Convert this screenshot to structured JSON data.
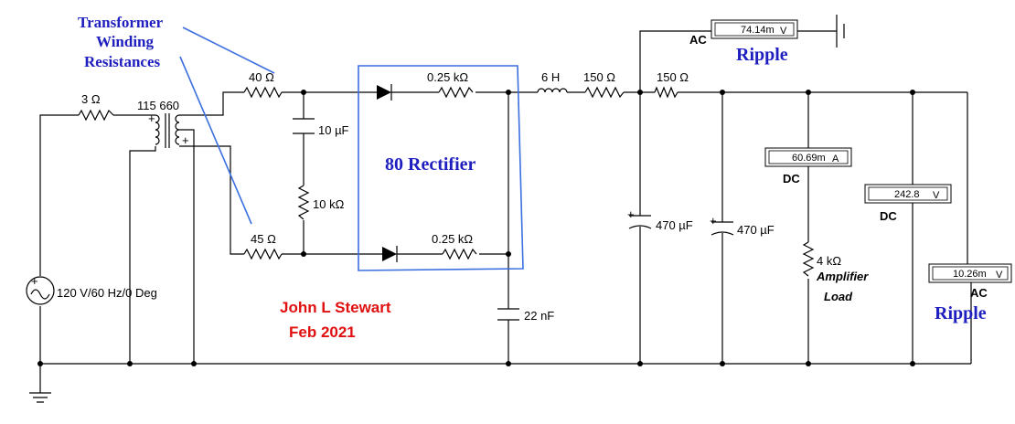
{
  "colors": {
    "wire": "#000000",
    "annotation": "#1f1fbf",
    "box": "#3b6fe0",
    "author": "#e01010"
  },
  "annotations": {
    "winding_line1": "Transformer",
    "winding_line2": "Winding",
    "winding_line3": "Resistances",
    "rectifier": "80 Rectifier",
    "ripple_top": "Ripple",
    "ripple_right": "Ripple",
    "author_name": "John L Stewart",
    "author_date": "Feb 2021"
  },
  "components": {
    "source": "120 V/60 Hz/0 Deg",
    "r_source": "3 Ω",
    "transformer": "115 660",
    "r_wind_top": "40 Ω",
    "r_wind_bottom": "45 Ω",
    "cap_10uf": "10 µF",
    "res_10k": "10 kΩ",
    "rect_r_top": "0.25 kΩ",
    "rect_r_bottom": "0.25 kΩ",
    "cap_22nf": "22 nF",
    "choke": "6 H",
    "r_150_a": "150 Ω",
    "r_150_b": "150 Ω",
    "cap_470_a": "470 µF",
    "cap_470_b": "470 µF",
    "load_res": "4 kΩ",
    "load_line1": "Amplifier",
    "load_line2": "Load"
  },
  "meters": {
    "ripple_top": {
      "value": "74.14m",
      "unit": "V",
      "mode": "AC"
    },
    "current": {
      "value": "60.69m",
      "unit": "A",
      "mode": "DC"
    },
    "dc_voltage": {
      "value": "242.8",
      "unit": "V",
      "mode": "DC"
    },
    "ripple_right": {
      "value": "10.26m",
      "unit": "V",
      "mode": "AC"
    }
  }
}
